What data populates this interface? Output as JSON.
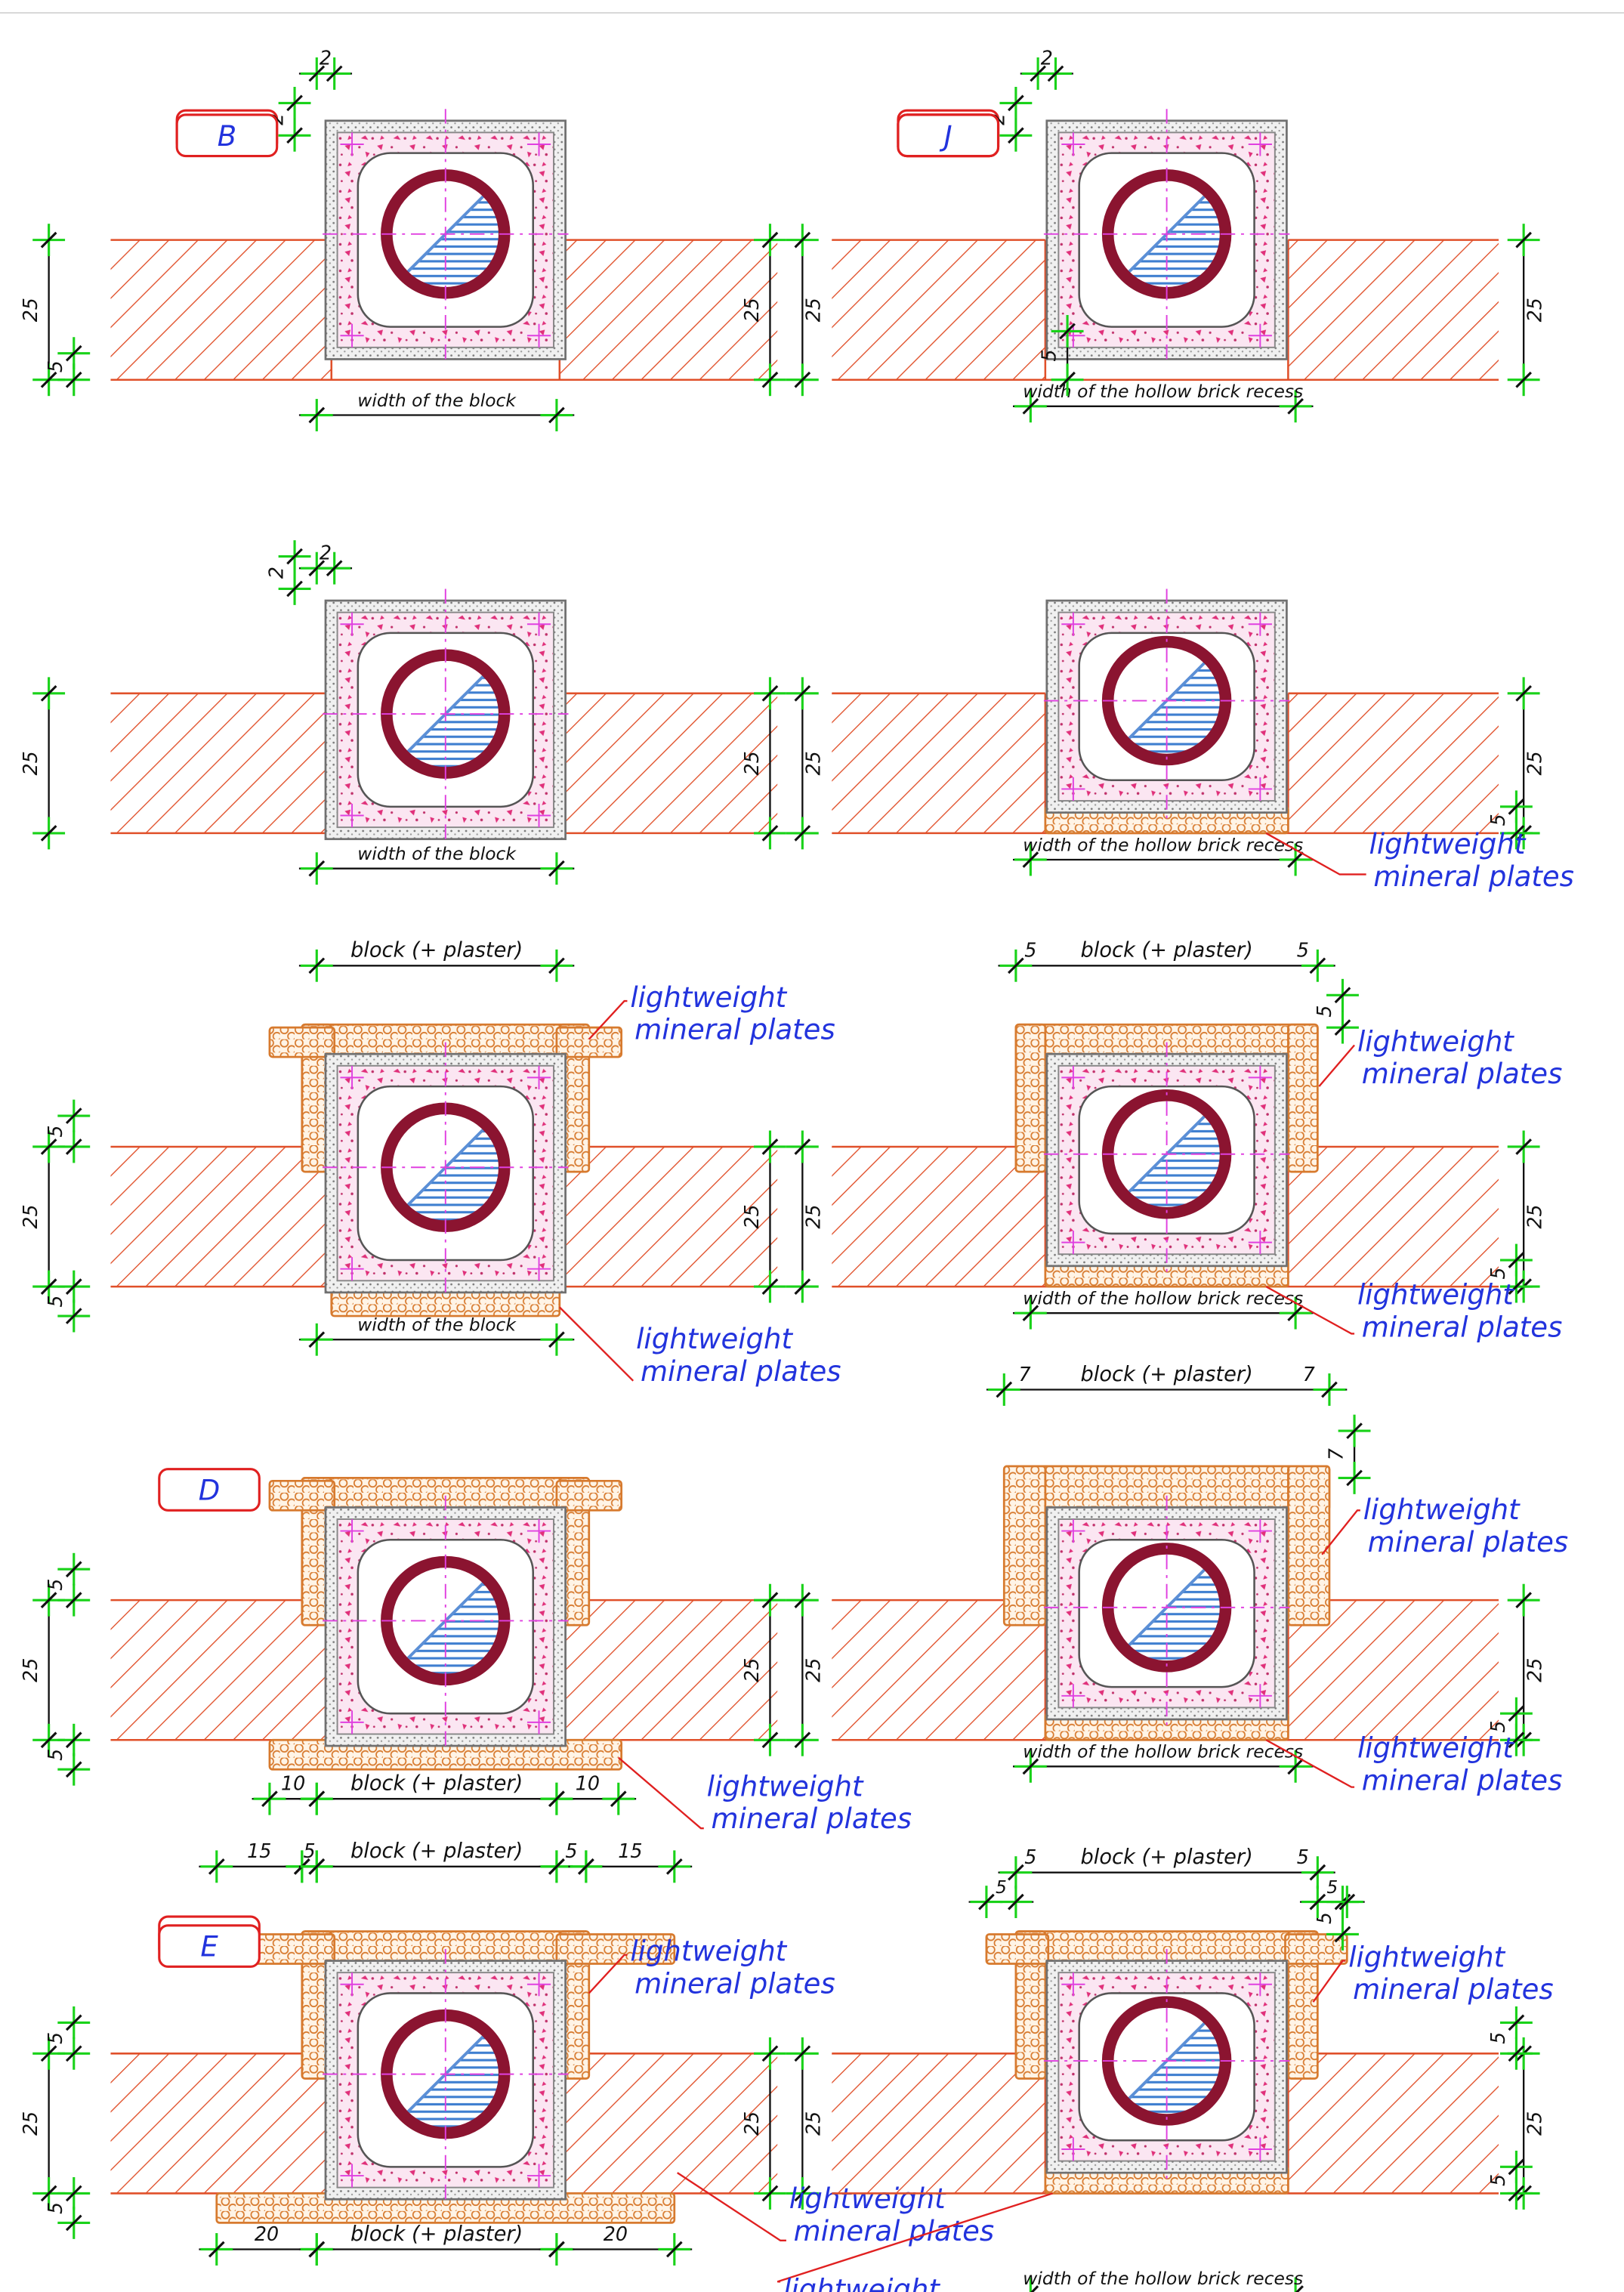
{
  "colors": {
    "hatch": "#e0502a",
    "mineral": "#d77a2e",
    "green": "#19d219",
    "blue_text": "#2233dd",
    "label_red": "#e02020",
    "pipe": "#8b1430",
    "pipe_fill": "#5b8fd6",
    "magenta": "#e040e0",
    "gray": "#707070"
  },
  "text": {
    "lw": "lightweight",
    "mp": "mineral plates",
    "wblock": "width of the block",
    "whollow": "width of the hollow brick recess",
    "bp": "block (+ plaster)"
  },
  "panels": [
    {
      "id": "A",
      "col": 0,
      "row": 0
    },
    {
      "id": "B",
      "col": 0,
      "row": 1
    },
    {
      "id": "C",
      "col": 0,
      "row": 2
    },
    {
      "id": "D",
      "col": 0,
      "row": 3
    },
    {
      "id": "E",
      "col": 0,
      "row": 4
    },
    {
      "id": "F",
      "col": 1,
      "row": 0
    },
    {
      "id": "G",
      "col": 1,
      "row": 1
    },
    {
      "id": "H",
      "col": 1,
      "row": 2
    },
    {
      "id": "I",
      "col": 1,
      "row": 3
    },
    {
      "id": "J",
      "col": 1,
      "row": 4
    }
  ],
  "dims": {
    "d2": "2",
    "d5": "5",
    "d7": "7",
    "d10": "10",
    "d15": "15",
    "d20": "20",
    "d25": "25"
  }
}
